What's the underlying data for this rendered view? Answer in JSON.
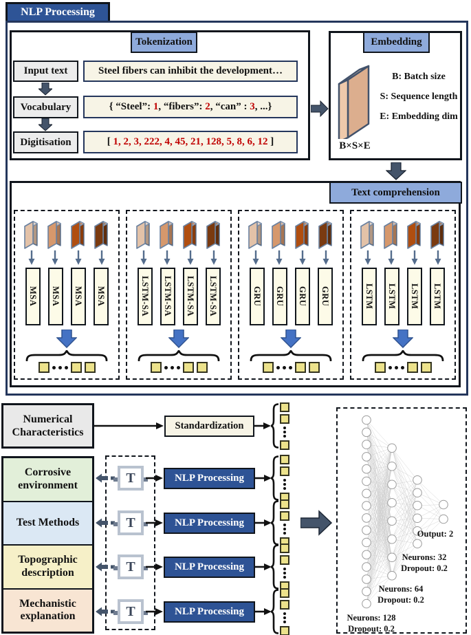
{
  "title": "NLP Processing",
  "tokenization": {
    "header": "Tokenization",
    "rows": [
      {
        "label": "Input text"
      },
      {
        "label": "Vocabulary"
      },
      {
        "label": "Digitisation"
      }
    ],
    "input_value": "Steel fibers can inhibit the development…",
    "vocab_segments": [
      {
        "t": "{ “Steel”: "
      },
      {
        "t": "1",
        "c": "red"
      },
      {
        "t": ",  “fibers”: "
      },
      {
        "t": "2",
        "c": "red"
      },
      {
        "t": ", “can” : "
      },
      {
        "t": "3",
        "c": "red"
      },
      {
        "t": ", ...}"
      }
    ],
    "digit_segments": [
      {
        "t": "[ "
      },
      {
        "t": "1, 2, 3, 222, 4, 45, 21, 128, 5, 8, 6, 12",
        "c": "red"
      },
      {
        "t": " ]"
      }
    ]
  },
  "embedding": {
    "header": "Embedding",
    "legend": [
      "B: Batch size",
      "S: Sequence length",
      "E: Embedding dim"
    ],
    "dims": "B×S×E"
  },
  "comprehension": {
    "header": "Text comprehension",
    "panels": [
      {
        "unit": "MSA"
      },
      {
        "unit": "LSTM-SA"
      },
      {
        "unit": "GRU"
      },
      {
        "unit": "LSTM"
      }
    ],
    "slab_colors": [
      "#e3c2a8",
      "#d6986c",
      "#b04e10",
      "#7a3a10"
    ]
  },
  "bottom": {
    "numerical_label": "Numerical Characteristics",
    "standardization": "Standardization",
    "nlp_label": "NLP Processing",
    "t_letter": "T",
    "categories": [
      {
        "label": "Corrosive environment",
        "bg": "#e2efd9"
      },
      {
        "label": "Test Methods",
        "bg": "#dbe8f4"
      },
      {
        "label": "Topographic description",
        "bg": "#f6f0c8"
      },
      {
        "label": "Mechanistic explanation",
        "bg": "#f8e5d3"
      }
    ]
  },
  "network": {
    "labels": {
      "output": "Output: 2",
      "n32": "Neurons: 32",
      "d32": "Dropout: 0.2",
      "n64": "Neurons: 64",
      "d64": "Dropout: 0.2",
      "n128": "Neurons: 128",
      "d128": "Dropout: 0.2"
    }
  },
  "colors": {
    "navy": "#2e5496",
    "header_blue": "#8eaadb",
    "slate_arrow": "#44546a",
    "blue_arrow": "#4472c4",
    "red_numbers": "#c00000",
    "cream": "#f7f4e6",
    "square_yellow": "#ece28b"
  }
}
